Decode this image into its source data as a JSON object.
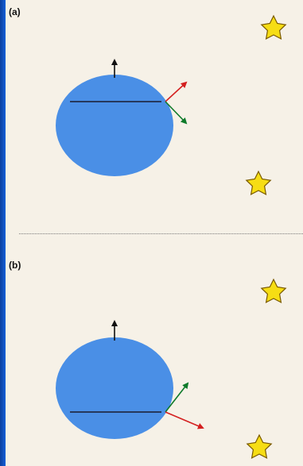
{
  "panels": [
    {
      "id": "a",
      "label": "(a)"
    },
    {
      "id": "b",
      "label": "(b)"
    }
  ],
  "colors": {
    "planet": "#4a8fe6",
    "surface_line": "#1b1b2f",
    "vertical_arrow": "#111111",
    "red_arrow": "#d42020",
    "green_arrow": "#0e7a2a",
    "star_fill": "#f6dd14",
    "star_stroke": "#7a5a00",
    "background": "#f6f1e7",
    "frame": "#0a48b0"
  },
  "icons": [
    "star-icon",
    "up-arrow-icon",
    "red-arrow-icon",
    "green-arrow-icon"
  ]
}
